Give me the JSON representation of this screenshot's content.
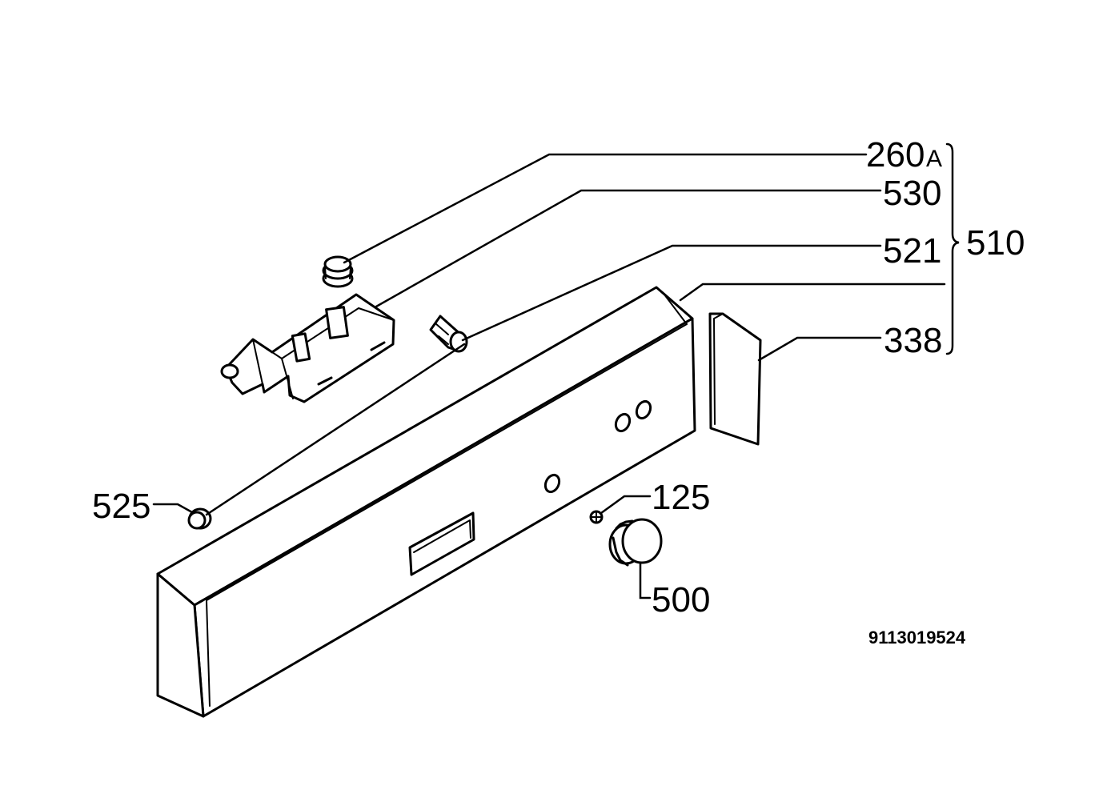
{
  "labels": {
    "p260": "260",
    "p260_suffix": "A",
    "p530": "530",
    "p521": "521",
    "p510": "510",
    "p338": "338",
    "p525": "525",
    "p125": "125",
    "p500": "500"
  },
  "drawing_number": "9113019524"
}
